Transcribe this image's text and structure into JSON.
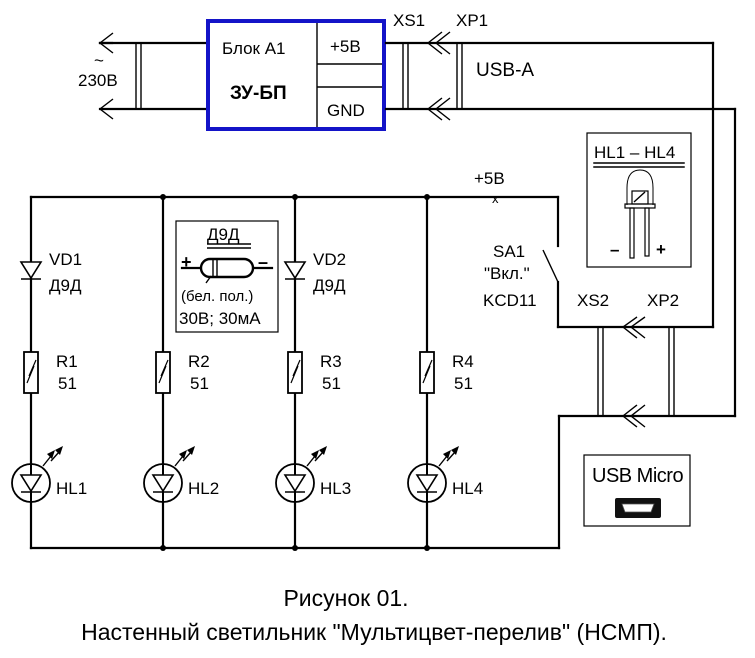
{
  "diagram": {
    "type": "electrical-schematic",
    "mains": {
      "symbol": "~",
      "label": "230В"
    },
    "block": {
      "designator": "Блок  А1",
      "name": "ЗУ-БП",
      "pins": [
        "+5В",
        "GND"
      ],
      "border_color": "#1414c8"
    },
    "connector1": {
      "socket": "XS1",
      "plug": "XP1",
      "type_label": "USB-A"
    },
    "led_inset": {
      "title": "HL1 – HL4",
      "minus": "–",
      "plus": "+"
    },
    "rail_label": "+5В",
    "switch": {
      "designator": "SA1",
      "name": "\"Вкл.\"",
      "model": "KCD11"
    },
    "connector2": {
      "socket": "XS2",
      "plug": "XP2",
      "type_label": "USB Micro"
    },
    "diode_inset": {
      "title": "Д9Д",
      "plus": "+",
      "minus": "–",
      "note": "(бел. пол.)",
      "rating": "30В; 30мА"
    },
    "branches": [
      {
        "diode": "VD1",
        "diode_type": "Д9Д",
        "resistor": "R1",
        "resistance": "51",
        "led": "HL1"
      },
      {
        "diode": "",
        "diode_type": "",
        "resistor": "R2",
        "resistance": "51",
        "led": "HL2"
      },
      {
        "diode": "VD2",
        "diode_type": "Д9Д",
        "resistor": "R3",
        "resistance": "51",
        "led": "HL3"
      },
      {
        "diode": "",
        "diode_type": "",
        "resistor": "R4",
        "resistance": "51",
        "led": "HL4"
      }
    ],
    "caption": {
      "line1": "Рисунок 01.",
      "line2": "Настенный светильник \"Мультицвет-перелив\" (НСМП)."
    }
  }
}
